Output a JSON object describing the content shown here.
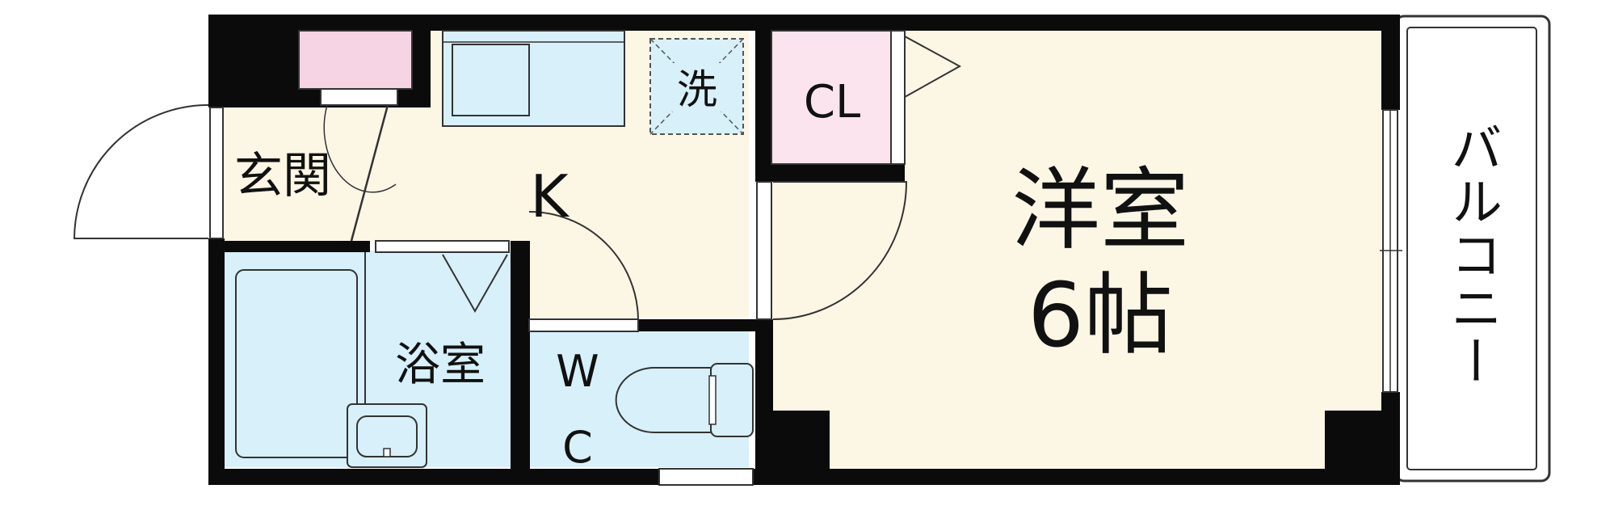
{
  "rooms": {
    "entrance": "玄関",
    "kitchen": "K",
    "washer": "洗",
    "closet": "CL",
    "bath": "浴室",
    "wc_top": "W",
    "wc_bottom": "C",
    "western_room_name": "洋室",
    "western_room_size": "6帖",
    "balcony": "バルコニー"
  },
  "colors": {
    "wall": "#0b0b0b",
    "floor_main": "#fcf6e5",
    "wet_area": "#d7f0fa",
    "closet": "#fbe4ee",
    "shoe_box": "#f7d4e4",
    "outline": "#333333"
  }
}
